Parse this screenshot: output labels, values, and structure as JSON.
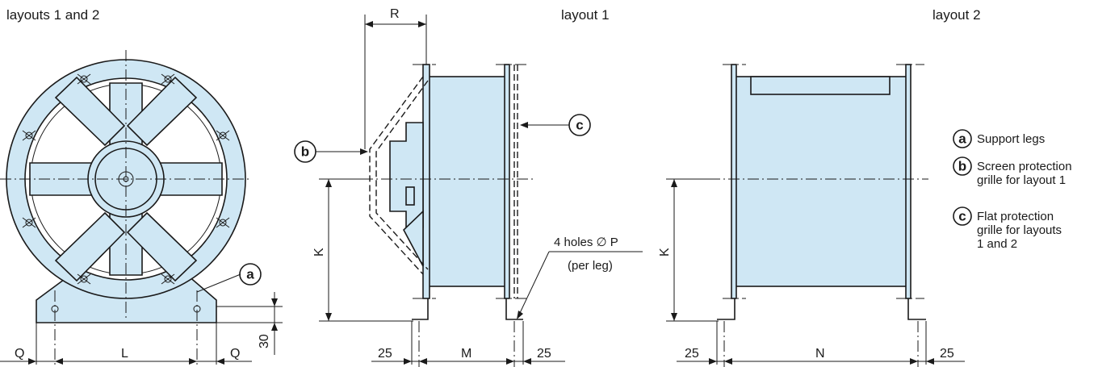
{
  "titles": {
    "front": "layouts 1 and 2",
    "side1": "layout 1",
    "side2": "layout 2"
  },
  "dimensions": {
    "L": "L",
    "Q": "Q",
    "thirty": "30",
    "R": "R",
    "K": "K",
    "M": "M",
    "N": "N",
    "twentyfive": "25",
    "holes": "4 holes ∅ P",
    "per_leg": "(per leg)"
  },
  "callouts": {
    "a": "a",
    "b": "b",
    "c": "c"
  },
  "legend": [
    {
      "key": "a",
      "lines": [
        "Support legs"
      ]
    },
    {
      "key": "b",
      "lines": [
        "Screen protection",
        "grille for layout 1"
      ]
    },
    {
      "key": "c",
      "lines": [
        "Flat protection",
        "grille for layouts",
        "1 and 2"
      ]
    }
  ],
  "colors": {
    "fill": "#cfe7f4",
    "line": "#1a1a1a"
  }
}
